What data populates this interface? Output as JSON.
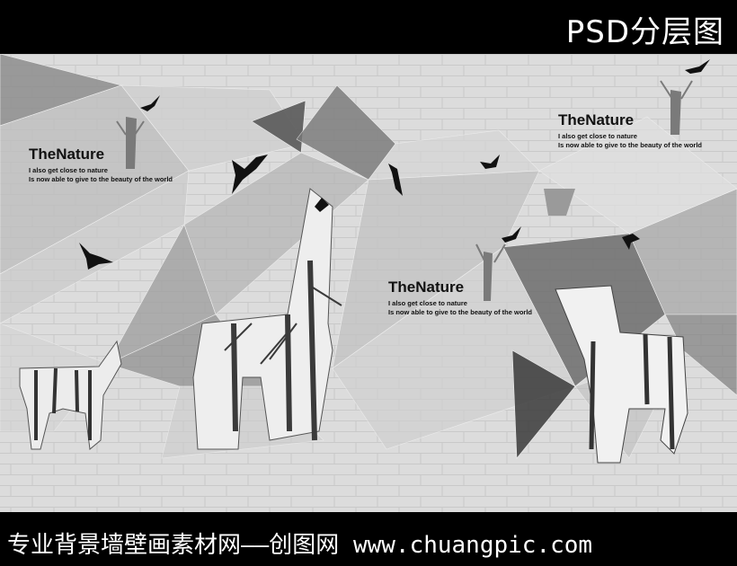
{
  "header": {
    "label": "PSD分层图"
  },
  "footer": {
    "label": "专业背景墙壁画素材网——创图网 www.chuangpic.com"
  },
  "text_blocks": [
    {
      "title": "TheNature",
      "line1": "I also get close to nature",
      "line2": "Is now able to give to the beauty of the world"
    },
    {
      "title": "TheNature",
      "line1": "I also get close to nature",
      "line2": "Is now able to give to the beauty of the world"
    },
    {
      "title": "TheNature",
      "line1": "I also get close to nature",
      "line2": "Is now able to give to the beauty of the world"
    }
  ],
  "colors": {
    "background": "#000000",
    "wall": "#d9d9d9",
    "ink": "#111111"
  }
}
